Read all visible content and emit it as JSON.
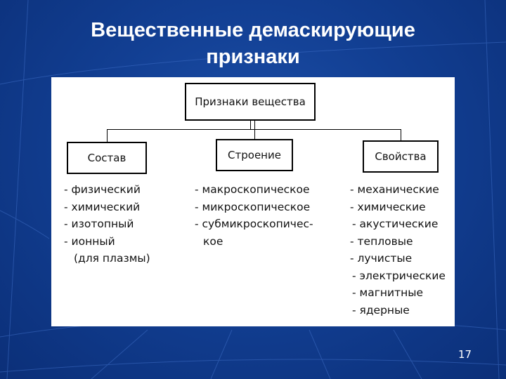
{
  "slide": {
    "title_line1": "Вещественные демаскирующие",
    "title_line2": "признаки",
    "page_number": "17"
  },
  "diagram": {
    "root": "Признаки вещества",
    "branches": [
      {
        "label": "Состав",
        "items": [
          "- физический",
          "- химический",
          "- изотопный",
          "- ионный",
          "  (для плазмы)"
        ]
      },
      {
        "label": "Строение",
        "items": [
          "- макроскопическое",
          "- микроскопическое",
          "- субмикроскопичес-",
          "   кое"
        ]
      },
      {
        "label": "Свойства",
        "items": [
          "- механические",
          "- химические",
          " - акустические",
          "- тепловые",
          "- лучистые",
          " - электрические",
          " - магнитные",
          " - ядерные"
        ]
      }
    ]
  },
  "colors": {
    "background": "#123f93",
    "panel": "#ffffff",
    "title_text": "#ffffff"
  }
}
